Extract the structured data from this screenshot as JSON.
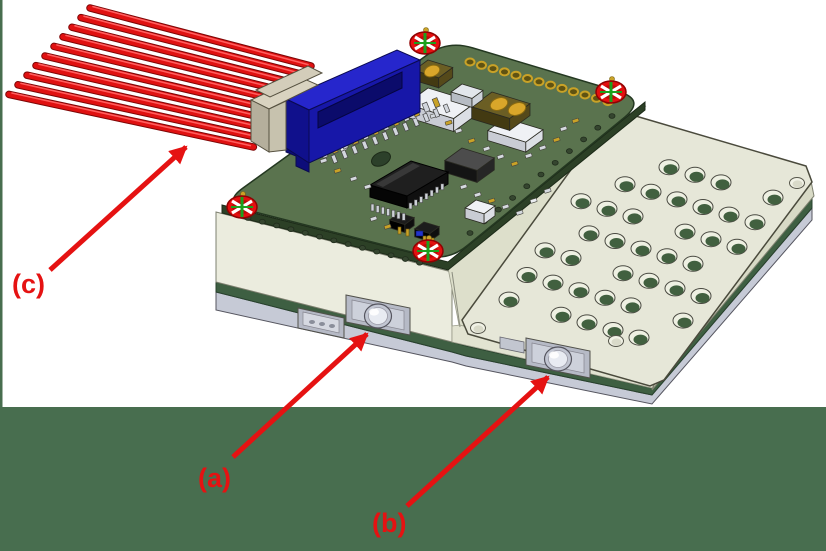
{
  "labels": {
    "a": {
      "text": "(a)"
    },
    "b": {
      "text": "(b)"
    },
    "c": {
      "text": "(c)"
    }
  },
  "palette": {
    "annotation_red": "#e51212",
    "background_band_green": "#486e4f",
    "left_border_green": "#486e4f",
    "pcb_green": "#5a734e",
    "pcb_edge_green": "#2c4026",
    "plate_ivory": "#e6e7d8",
    "enclosure_ivory": "#ebecde",
    "enclosure_stripe_green": "#3e5f42",
    "base_gray": "#c6cad6",
    "connector_blue": "#1717a8",
    "wire_red": "#e01111",
    "screw_red": "#e31010"
  }
}
